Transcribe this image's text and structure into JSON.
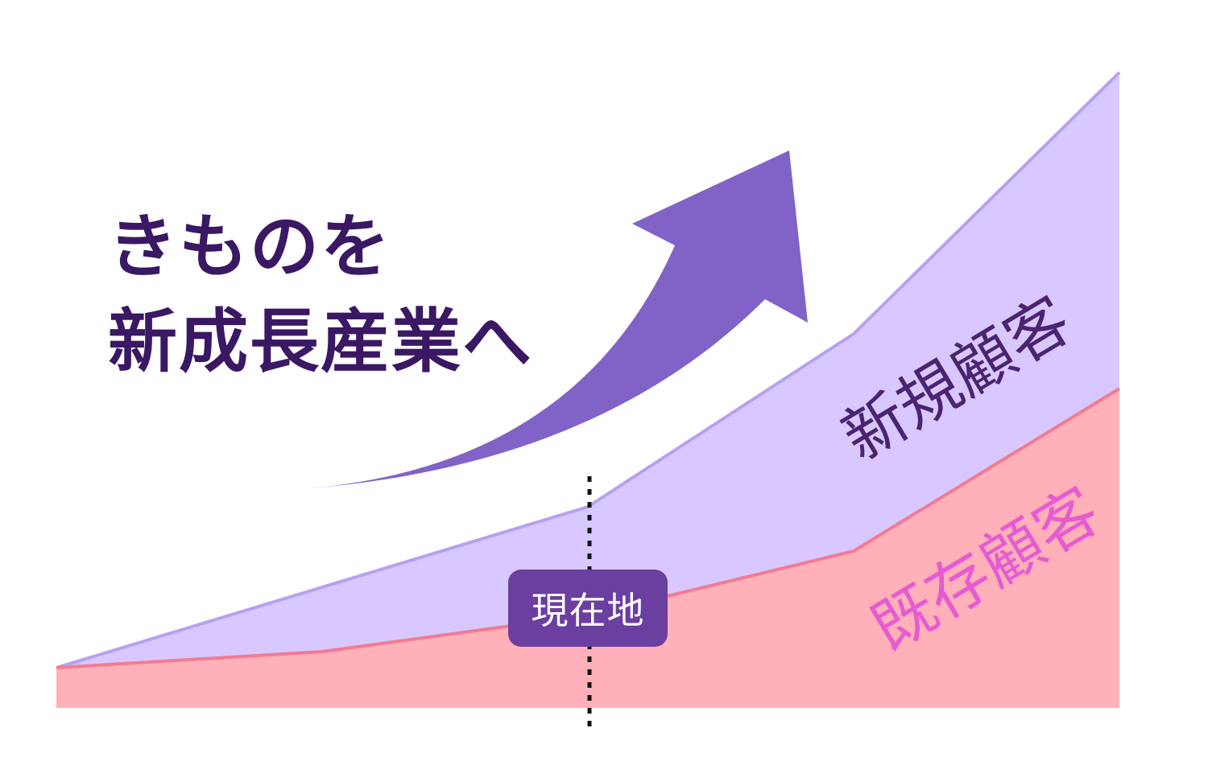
{
  "headline": {
    "line1": "きものを",
    "line2": "新成長産業へ"
  },
  "bands": {
    "new_customers_label": "新規顧客",
    "existing_customers_label": "既存顧客"
  },
  "marker": {
    "label": "現在地"
  },
  "colors": {
    "headline_text": "#3a1863",
    "new_band_fill": "#d9c8ff",
    "new_band_edge": "#b7a0f2",
    "existing_band_fill": "#ffb0b8",
    "existing_band_edge": "#f47a92",
    "arrow_fill": "#8163c7",
    "marker_badge": "#6b3fa0",
    "new_label_text": "#4a2470",
    "existing_label_text": "#e65bd2"
  },
  "icons": {
    "growth_arrow": "curved-up-arrow-icon"
  }
}
